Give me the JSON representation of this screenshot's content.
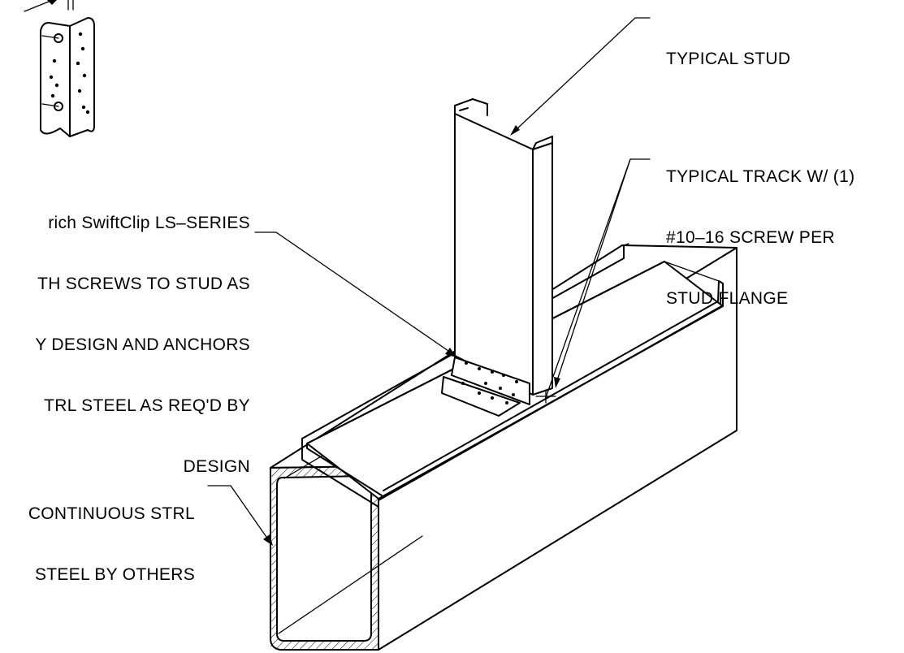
{
  "labels": {
    "typical_stud": [
      "TYPICAL STUD"
    ],
    "typical_track": [
      "TYPICAL TRACK W/ (1)",
      "#10–16 SCREW PER",
      "STUD FLANGE"
    ],
    "swiftclip": [
      "rich SwiftClip LS–SERIES",
      "TH SCREWS TO STUD AS",
      "Y DESIGN AND ANCHORS",
      "TRL STEEL AS REQ'D BY",
      "DESIGN"
    ],
    "continuous_steel": [
      "CONTINUOUS STRL",
      "STEEL BY OTHERS"
    ]
  }
}
